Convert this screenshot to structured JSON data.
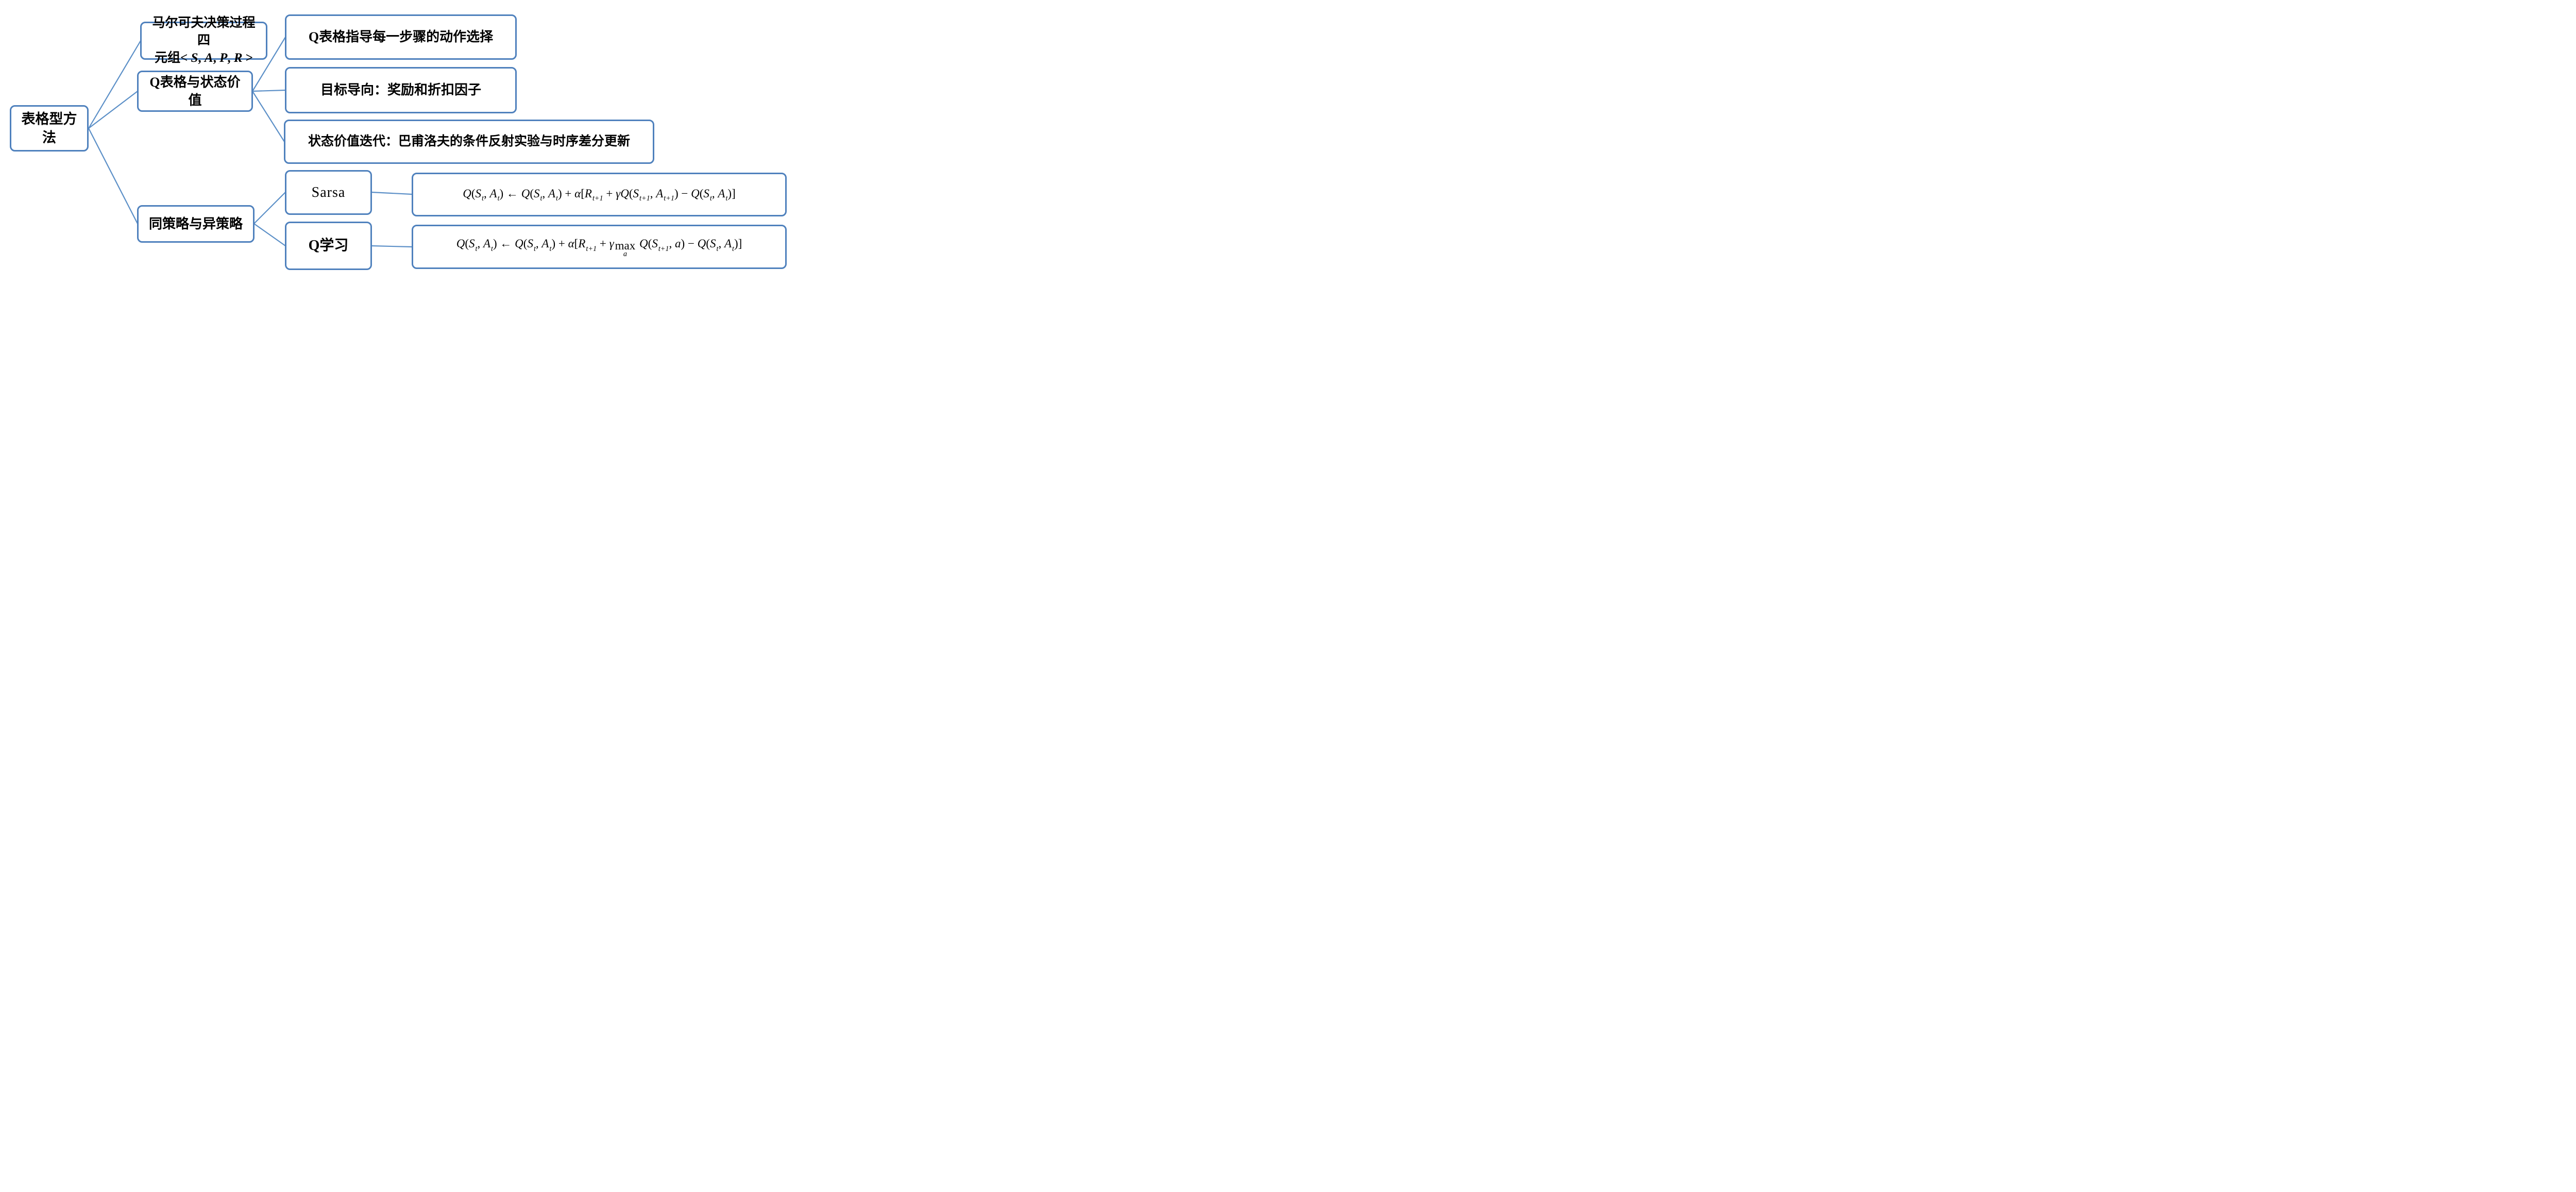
{
  "colors": {
    "accent_border": "#4f81bd",
    "connector": "#5b8fc7",
    "text": "#000000",
    "background": "#ffffff"
  },
  "nodes": {
    "root": {
      "label": "表格型方法"
    },
    "mdp": {
      "line1": "马尔可夫决策过程四"
    },
    "qtable": {
      "label": "Q表格与状态价值"
    },
    "qguide": {
      "label": "Q表格指导每一步骤的动作选择"
    },
    "goal": {
      "label": "目标导向：奖励和折扣因子"
    },
    "valueiter": {
      "label": "状态价值迭代：巴甫洛夫的条件反射实验与时序差分更新"
    },
    "policy": {
      "label": "同策略与异策略"
    },
    "sarsa": {
      "label": "Sarsa"
    },
    "qlearning": {
      "label": "Q学习"
    }
  },
  "formulas": {
    "mdp_tuple": [
      {
        "t": "n",
        "s": "元组< "
      },
      {
        "t": "v",
        "s": "S"
      },
      {
        "t": "n",
        "s": ", "
      },
      {
        "t": "v",
        "s": "A"
      },
      {
        "t": "n",
        "s": ", "
      },
      {
        "t": "v",
        "s": "P"
      },
      {
        "t": "n",
        "s": ", "
      },
      {
        "t": "v",
        "s": "R"
      },
      {
        "t": "n",
        "s": " >"
      }
    ],
    "sarsa_update": [
      {
        "t": "v",
        "s": "Q"
      },
      {
        "t": "n",
        "s": "("
      },
      {
        "t": "v",
        "s": "S"
      },
      {
        "t": "s",
        "s": "t"
      },
      {
        "t": "n",
        "s": ", "
      },
      {
        "t": "v",
        "s": "A"
      },
      {
        "t": "s",
        "s": "t"
      },
      {
        "t": "n",
        "s": ") ← "
      },
      {
        "t": "v",
        "s": "Q"
      },
      {
        "t": "n",
        "s": "("
      },
      {
        "t": "v",
        "s": "S"
      },
      {
        "t": "s",
        "s": "t"
      },
      {
        "t": "n",
        "s": ", "
      },
      {
        "t": "v",
        "s": "A"
      },
      {
        "t": "s",
        "s": "t"
      },
      {
        "t": "n",
        "s": ") + "
      },
      {
        "t": "v",
        "s": "α"
      },
      {
        "t": "n",
        "s": "["
      },
      {
        "t": "v",
        "s": "R"
      },
      {
        "t": "s",
        "s": "t+1"
      },
      {
        "t": "n",
        "s": " + "
      },
      {
        "t": "v",
        "s": "γQ"
      },
      {
        "t": "n",
        "s": "("
      },
      {
        "t": "v",
        "s": "S"
      },
      {
        "t": "s",
        "s": "t+1"
      },
      {
        "t": "n",
        "s": ", "
      },
      {
        "t": "v",
        "s": "A"
      },
      {
        "t": "s",
        "s": "t+1"
      },
      {
        "t": "n",
        "s": ") − "
      },
      {
        "t": "v",
        "s": "Q"
      },
      {
        "t": "n",
        "s": "("
      },
      {
        "t": "v",
        "s": "S"
      },
      {
        "t": "s",
        "s": "t"
      },
      {
        "t": "n",
        "s": ", "
      },
      {
        "t": "v",
        "s": "A"
      },
      {
        "t": "s",
        "s": "t"
      },
      {
        "t": "n",
        "s": ")]"
      }
    ],
    "qlearning_update": [
      {
        "t": "v",
        "s": "Q"
      },
      {
        "t": "n",
        "s": "("
      },
      {
        "t": "v",
        "s": "S"
      },
      {
        "t": "s",
        "s": "t"
      },
      {
        "t": "n",
        "s": ", "
      },
      {
        "t": "v",
        "s": "A"
      },
      {
        "t": "s",
        "s": "t"
      },
      {
        "t": "n",
        "s": ") ← "
      },
      {
        "t": "v",
        "s": "Q"
      },
      {
        "t": "n",
        "s": "("
      },
      {
        "t": "v",
        "s": "S"
      },
      {
        "t": "s",
        "s": "t"
      },
      {
        "t": "n",
        "s": ", "
      },
      {
        "t": "v",
        "s": "A"
      },
      {
        "t": "s",
        "s": "t"
      },
      {
        "t": "n",
        "s": ") + "
      },
      {
        "t": "v",
        "s": "α"
      },
      {
        "t": "n",
        "s": "["
      },
      {
        "t": "v",
        "s": "R"
      },
      {
        "t": "s",
        "s": "t+1"
      },
      {
        "t": "n",
        "s": " + "
      },
      {
        "t": "v",
        "s": "γ"
      },
      {
        "t": "max",
        "s": "max",
        "under": "a"
      },
      {
        "t": "n",
        "s": " "
      },
      {
        "t": "v",
        "s": "Q"
      },
      {
        "t": "n",
        "s": "("
      },
      {
        "t": "v",
        "s": "S"
      },
      {
        "t": "s",
        "s": "t+1"
      },
      {
        "t": "n",
        "s": ", "
      },
      {
        "t": "v",
        "s": "a"
      },
      {
        "t": "n",
        "s": ") − "
      },
      {
        "t": "v",
        "s": "Q"
      },
      {
        "t": "n",
        "s": "("
      },
      {
        "t": "v",
        "s": "S"
      },
      {
        "t": "s",
        "s": "t"
      },
      {
        "t": "n",
        "s": ", "
      },
      {
        "t": "v",
        "s": "A"
      },
      {
        "t": "s",
        "s": "t"
      },
      {
        "t": "n",
        "s": ")]"
      }
    ]
  }
}
